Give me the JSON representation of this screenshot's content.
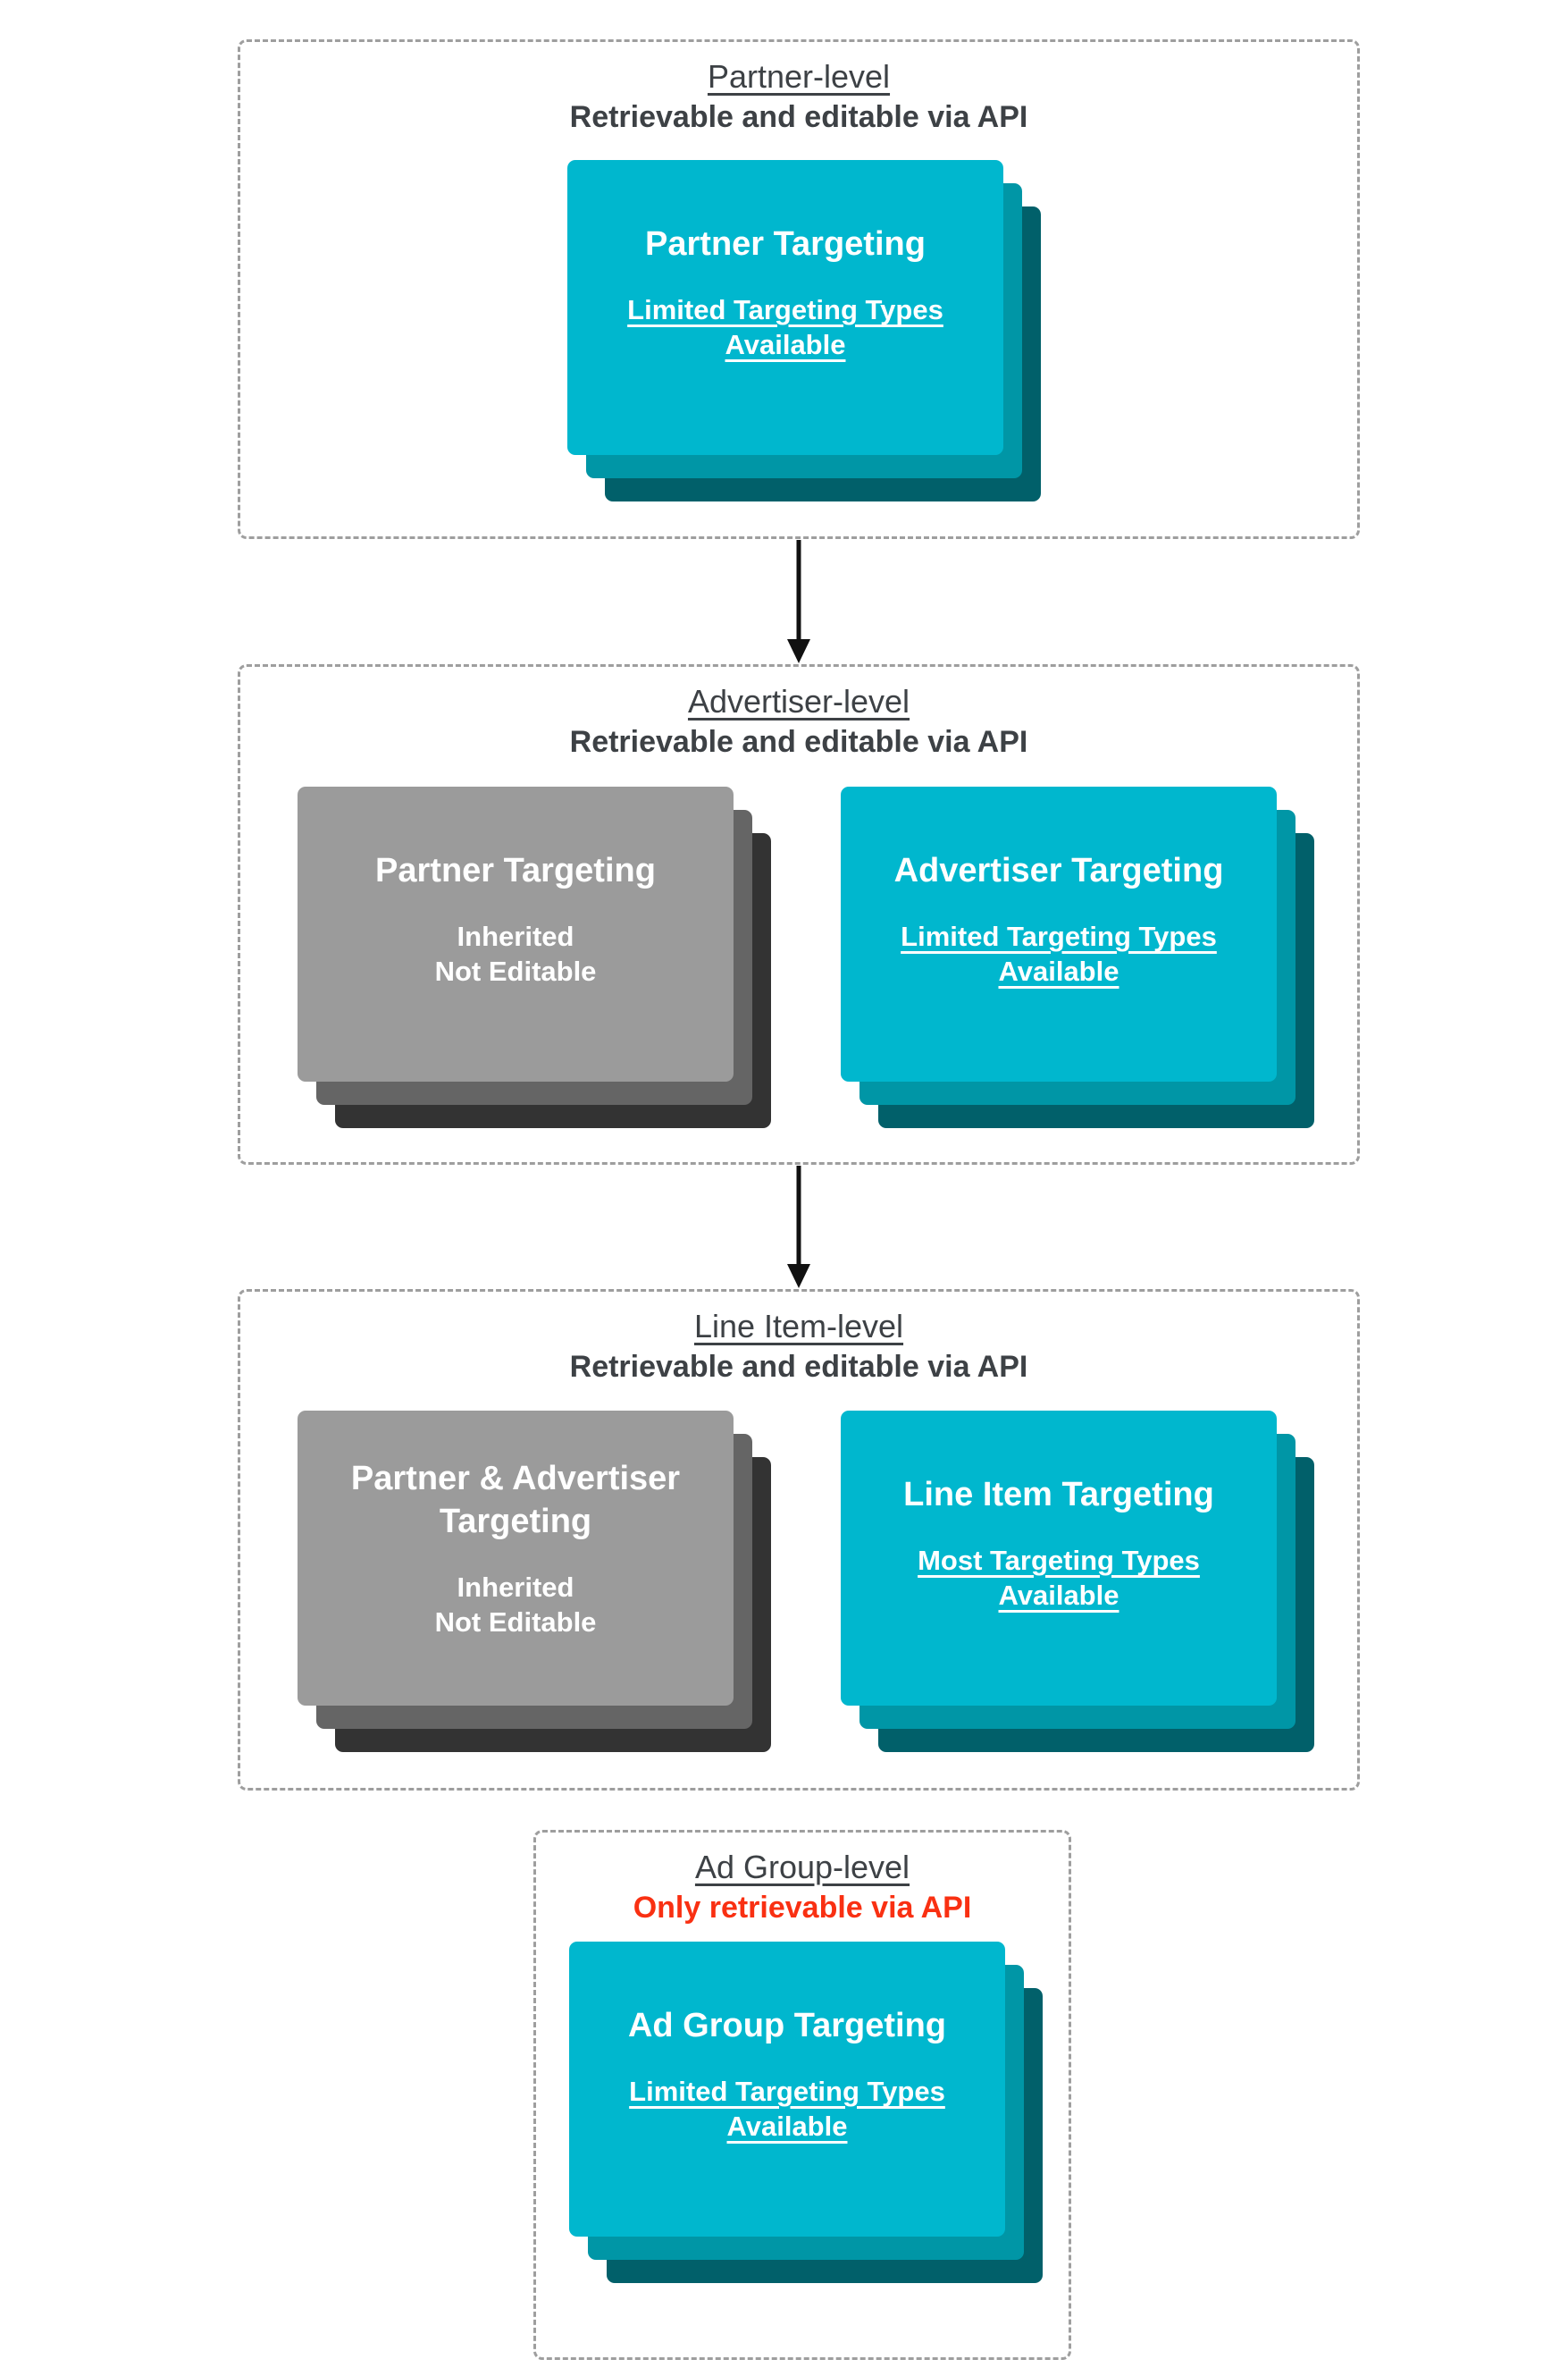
{
  "colors": {
    "teal_front": "#00B7CE",
    "teal_mid": "#0096A6",
    "teal_back": "#01606A",
    "gray_front": "#9B9B9B",
    "gray_mid": "#656565",
    "gray_back": "#333333",
    "heading": "#3D4145",
    "alert_red": "#F93012",
    "border_dash": "#9E9E9E",
    "arrow_black": "#111111"
  },
  "sections": [
    {
      "title": "Partner-level",
      "subtitle": "Retrievable and editable via API",
      "subtitle_alert": false,
      "cards": [
        {
          "variant": "teal",
          "title_line1": "Partner Targeting",
          "title_line2": "",
          "sub_line1": "Limited Targeting Types",
          "sub_line2": "Available",
          "sub_underlined": true
        }
      ]
    },
    {
      "title": "Advertiser-level",
      "subtitle": "Retrievable and editable via API",
      "subtitle_alert": false,
      "cards": [
        {
          "variant": "gray",
          "title_line1": "Partner Targeting",
          "title_line2": "",
          "sub_line1": "Inherited",
          "sub_line2": "Not Editable",
          "sub_underlined": false
        },
        {
          "variant": "teal",
          "title_line1": "Advertiser Targeting",
          "title_line2": "",
          "sub_line1": "Limited Targeting Types",
          "sub_line2": "Available",
          "sub_underlined": true
        }
      ]
    },
    {
      "title": "Line Item-level",
      "subtitle": "Retrievable and editable via API",
      "subtitle_alert": false,
      "cards": [
        {
          "variant": "gray",
          "title_line1": "Partner & Advertiser",
          "title_line2": "Targeting",
          "sub_line1": "Inherited",
          "sub_line2": "Not Editable",
          "sub_underlined": false
        },
        {
          "variant": "teal",
          "title_line1": "Line Item Targeting",
          "title_line2": "",
          "sub_line1": "Most Targeting Types",
          "sub_line2": "Available",
          "sub_underlined": true
        }
      ]
    },
    {
      "title": "Ad Group-level",
      "subtitle": "Only retrievable via API",
      "subtitle_alert": true,
      "cards": [
        {
          "variant": "teal",
          "title_line1": "Ad Group Targeting",
          "title_line2": "",
          "sub_line1": "Limited Targeting Types",
          "sub_line2": "Available",
          "sub_underlined": true
        }
      ]
    }
  ]
}
